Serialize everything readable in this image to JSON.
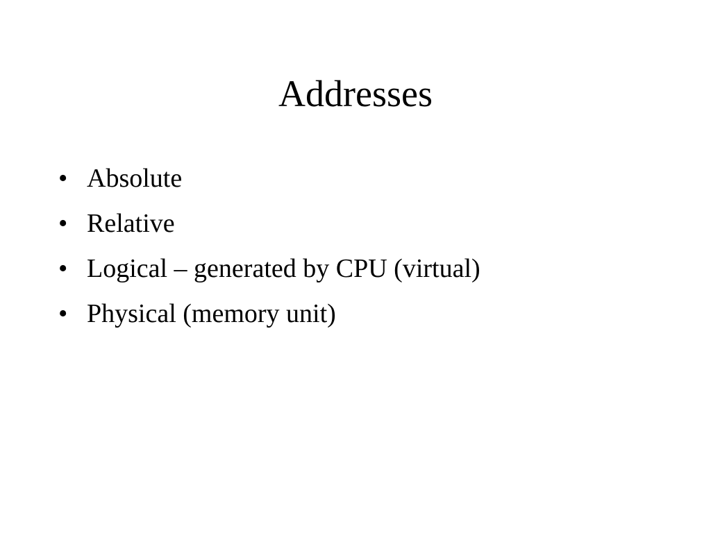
{
  "slide": {
    "title": "Addresses",
    "bullet_marker": "•",
    "bullets": [
      "Absolute",
      "Relative",
      "Logical – generated by CPU (virtual)",
      "Physical (memory unit)"
    ]
  }
}
